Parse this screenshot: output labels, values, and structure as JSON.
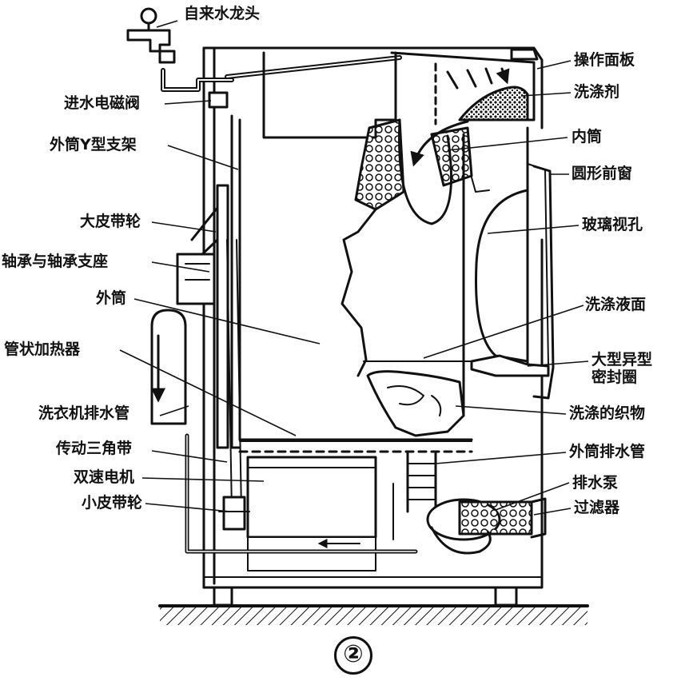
{
  "figure_number": "②",
  "labels": {
    "faucet": "自来水龙头",
    "inlet_valve": "进水电磁阀",
    "y_bracket": "外筒Y型支架",
    "big_pulley": "大皮带轮",
    "bearing": "轴承与轴承支座",
    "outer_tub": "外筒",
    "heater": "管状加热器",
    "drain_hose": "洗衣机排水管",
    "v_belt": "传动三角带",
    "motor": "双速电机",
    "small_pulley": "小皮带轮",
    "control_panel": "操作面板",
    "detergent": "洗涤剂",
    "inner_tub": "内筒",
    "round_door": "圆形前窗",
    "glass_window": "玻璃视孔",
    "wash_liquid": "洗涤液面",
    "seal": "大型异型密封圈",
    "laundry": "洗涤的织物",
    "tub_drain": "外筒排水管",
    "pump": "排水泵",
    "filter": "过滤器"
  }
}
